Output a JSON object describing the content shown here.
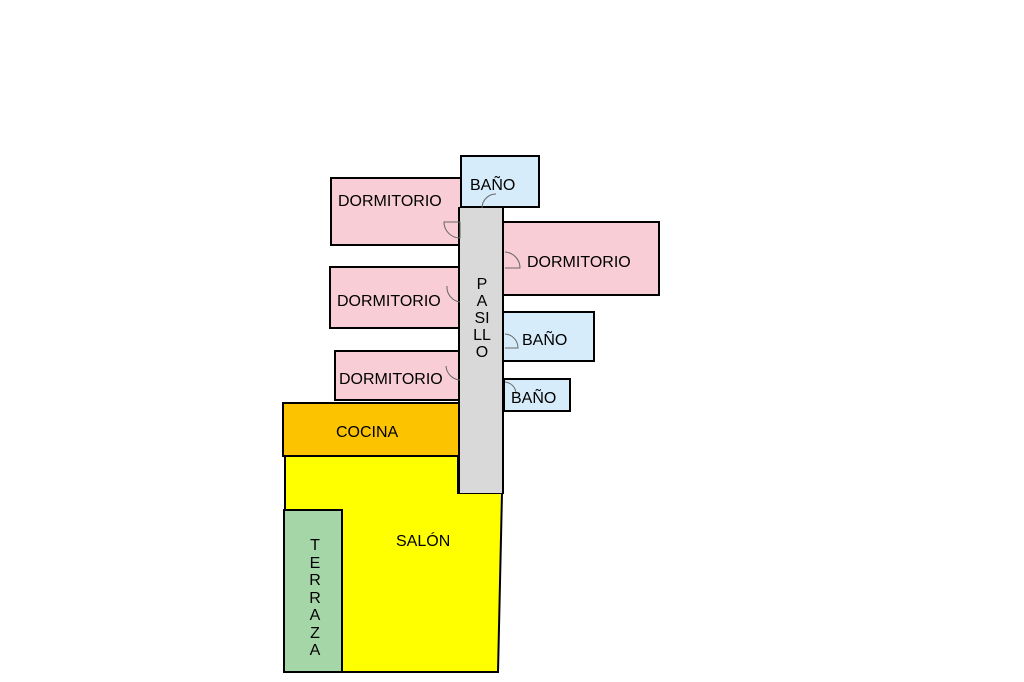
{
  "colors": {
    "dormitorio": "#f9cdd6",
    "bano": "#d6ecfa",
    "pasillo": "#d9d9d9",
    "cocina": "#fcc300",
    "salon": "#ffff00",
    "terraza": "#a5d6a7",
    "wall": "#000000"
  },
  "rooms": {
    "dormitorio_1": "DORMITORIO",
    "dormitorio_2": "DORMITORIO",
    "dormitorio_3": "DORMITORIO",
    "dormitorio_4": "DORMITORIO",
    "bano_1": "BAÑO",
    "bano_2": "BAÑO",
    "bano_3": "BAÑO",
    "pasillo": "PASILLO",
    "cocina": "COCINA",
    "salon": "SALÓN",
    "terraza": "TERRAZA"
  }
}
